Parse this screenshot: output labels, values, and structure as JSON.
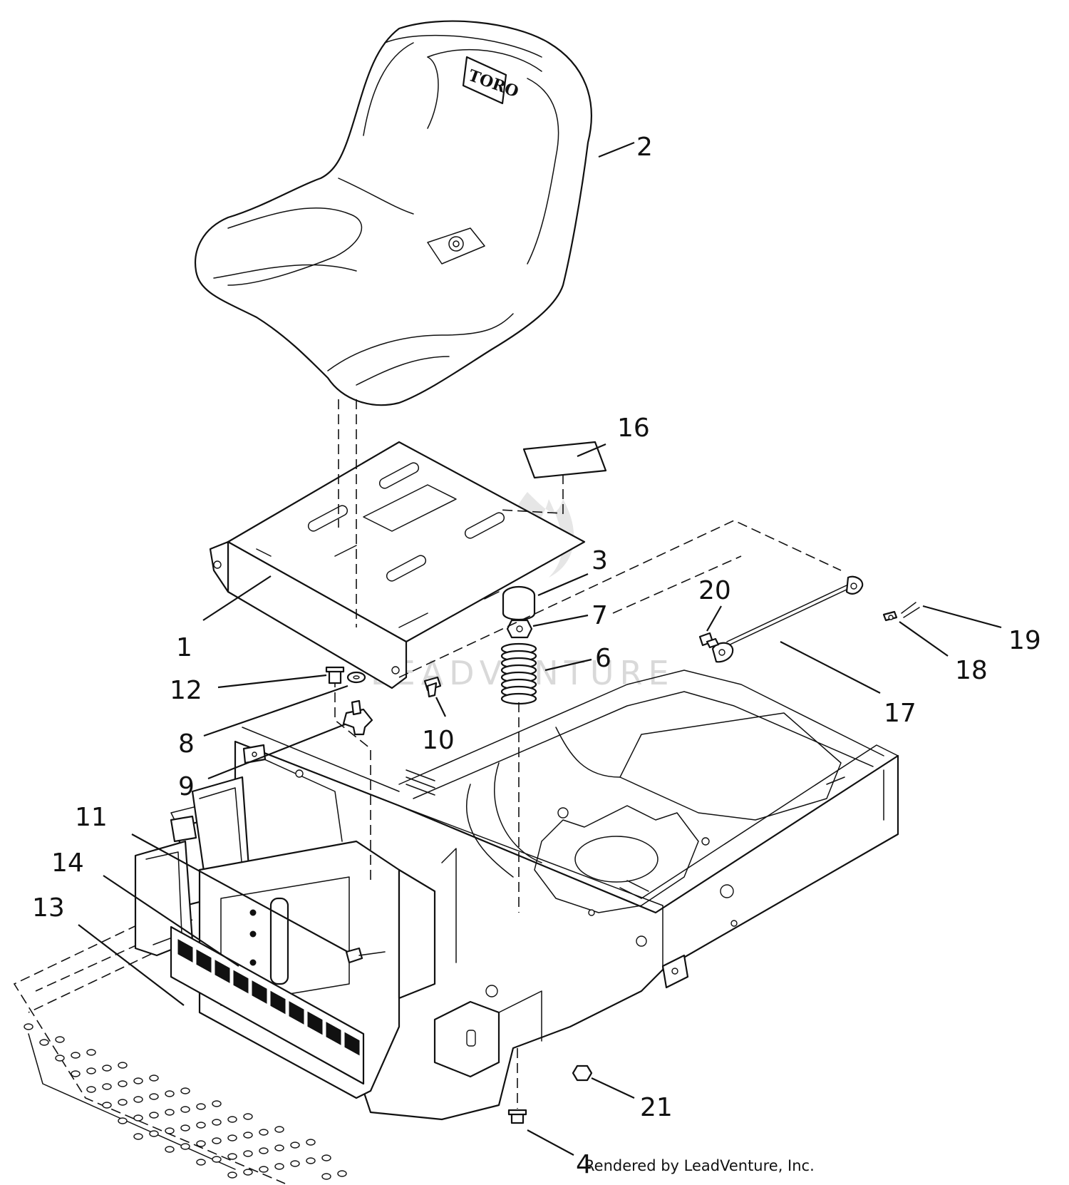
{
  "diagram": {
    "callouts": [
      {
        "id": "1",
        "label": "1"
      },
      {
        "id": "2",
        "label": "2"
      },
      {
        "id": "3",
        "label": "3"
      },
      {
        "id": "4",
        "label": "4"
      },
      {
        "id": "6",
        "label": "6"
      },
      {
        "id": "7",
        "label": "7"
      },
      {
        "id": "8",
        "label": "8"
      },
      {
        "id": "9",
        "label": "9"
      },
      {
        "id": "10",
        "label": "10"
      },
      {
        "id": "11",
        "label": "11"
      },
      {
        "id": "12",
        "label": "12"
      },
      {
        "id": "13",
        "label": "13"
      },
      {
        "id": "14",
        "label": "14"
      },
      {
        "id": "16",
        "label": "16"
      },
      {
        "id": "17",
        "label": "17"
      },
      {
        "id": "18",
        "label": "18"
      },
      {
        "id": "19",
        "label": "19"
      },
      {
        "id": "20",
        "label": "20"
      },
      {
        "id": "21",
        "label": "21"
      }
    ],
    "seat_brand": "TORO",
    "watermark": "LEADVENTURE",
    "credit": "Rendered by LeadVenture, Inc."
  }
}
